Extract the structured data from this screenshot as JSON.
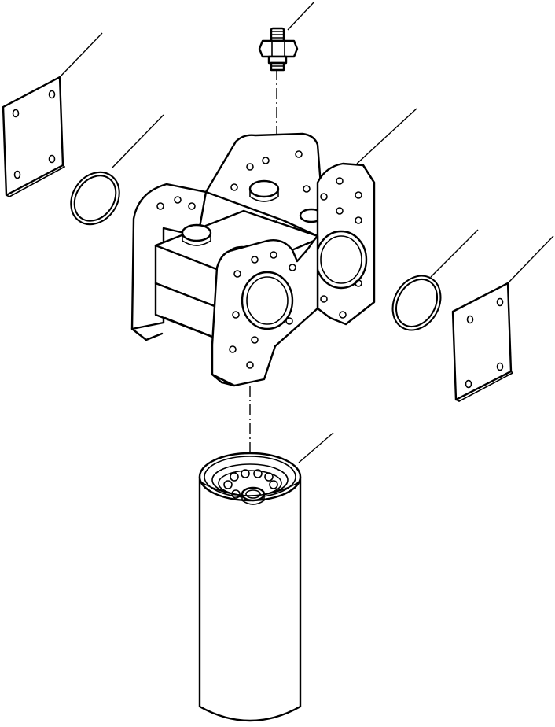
{
  "drawing": {
    "type": "exploded-parts-diagram",
    "background": "#ffffff",
    "line_color": "#000000",
    "parts": [
      "air-bleed-plug",
      "filter-head-bracket",
      "cover-plate-left",
      "o-ring-left",
      "o-ring-right",
      "cover-plate-right",
      "filter-cartridge"
    ]
  }
}
